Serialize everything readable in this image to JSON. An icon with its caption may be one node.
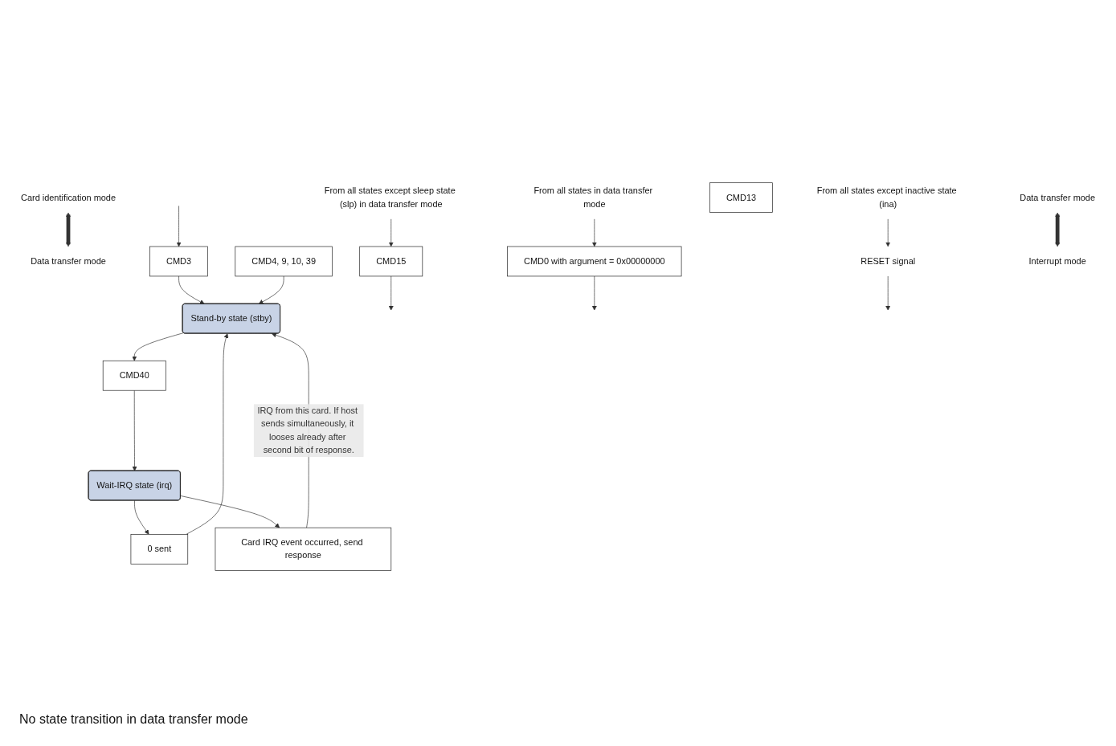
{
  "diagram": {
    "nodes": [
      {
        "text": [
          "Card identification mode"
        ]
      },
      {
        "text": [
          "Data transfer mode"
        ]
      },
      {
        "text": [
          "CMD3"
        ]
      },
      {
        "text": [
          "CMD15"
        ]
      },
      {
        "text": [
          "CMD0 with argument = 0x00000000"
        ]
      },
      {
        "text": [
          "RESET signal"
        ]
      },
      {
        "text": [
          "From all states except sleep state (slp) in data transfer mode"
        ]
      },
      {
        "text": [
          "From all states in data transfer mode"
        ]
      },
      {
        "text": [
          "From all states except inactive state (ina)"
        ]
      },
      {
        "text": [
          "CMD13"
        ]
      },
      {
        "text": [
          "0 sent"
        ]
      },
      {
        "text": [
          "Stand-by state (stby)"
        ]
      },
      {
        "text": [
          "CMD40"
        ]
      },
      {
        "text": [
          "Wait-IRQ state (irq)"
        ]
      },
      {
        "text": [
          "CMD4, 9, 10, 39"
        ]
      },
      {
        "text": [
          "Card IRQ event occurred, send response"
        ]
      },
      {
        "text": [
          "Data transfer mode"
        ]
      },
      {
        "text": [
          "Interrupt mode"
        ]
      }
    ],
    "edges": [
      {
        "from": 0,
        "to": 1,
        "arrow": "both",
        "style": "thick"
      },
      {
        "from": null,
        "to": 2,
        "arrow": "to"
      },
      {
        "from": 3,
        "to": null,
        "arrow": "to"
      },
      {
        "from": 4,
        "to": null,
        "arrow": "to"
      },
      {
        "from": 5,
        "to": null,
        "arrow": "to"
      },
      {
        "from": 6,
        "to": 3,
        "arrow": "to"
      },
      {
        "from": 7,
        "to": 4,
        "arrow": "to"
      },
      {
        "from": 8,
        "to": 5,
        "arrow": "to"
      },
      {
        "from": 2,
        "to": 11,
        "arrow": "to"
      },
      {
        "from": 13,
        "to": 10,
        "arrow": "to"
      },
      {
        "from": 10,
        "to": 11,
        "arrow": "to"
      },
      {
        "from": 11,
        "to": 12,
        "arrow": "to"
      },
      {
        "from": 12,
        "to": 13,
        "arrow": "to"
      },
      {
        "from": 14,
        "to": 11,
        "arrow": "to"
      },
      {
        "from": 13,
        "to": 15,
        "arrow": "to"
      },
      {
        "from": 15,
        "to": 11,
        "arrow": "to",
        "label": "IRQ from this card. If host sends simultaneously, it looses already after second bit of response."
      },
      {
        "from": 16,
        "to": 17,
        "arrow": "both",
        "style": "thick"
      }
    ],
    "labels": [
      "No state transition in data transfer mode"
    ]
  }
}
